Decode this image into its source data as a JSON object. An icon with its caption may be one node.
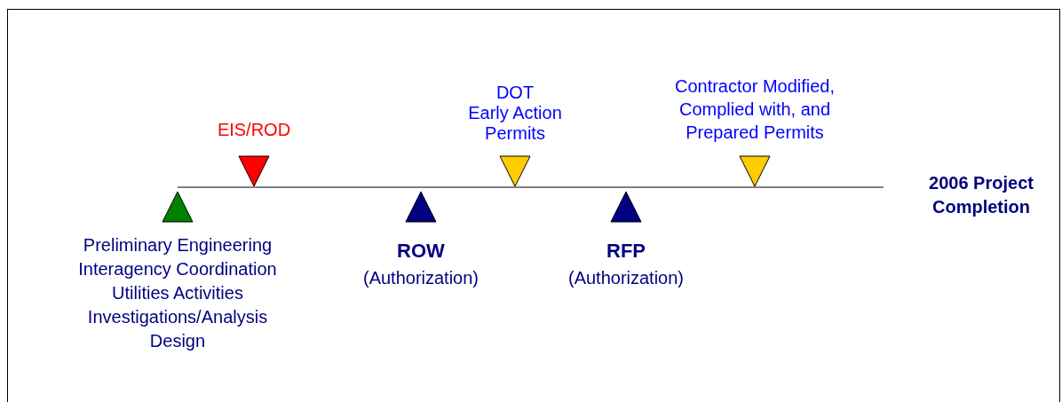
{
  "diagram": {
    "nodes": [
      {
        "text": [],
        "shape": "triangle",
        "beside": [
          "Preliminary Engineering",
          "Interagency Coordination",
          "Utilities Activities",
          "Investigations/Analysis",
          "Design"
        ]
      },
      {
        "text": [],
        "shape": "triangle",
        "beside": [
          "EIS/ROD"
        ]
      },
      {
        "text": [],
        "shape": "triangle",
        "beside": [
          "ROW",
          "(Authorization)"
        ]
      },
      {
        "text": [],
        "shape": "triangle",
        "beside": [
          "DOT",
          "Early Action",
          "Permits"
        ]
      },
      {
        "text": [],
        "shape": "triangle",
        "beside": [
          "RFP",
          "(Authorization)"
        ]
      },
      {
        "text": [],
        "shape": "triangle",
        "beside": [
          "Contractor Modified,",
          "Complied with, and",
          "Prepared Permits"
        ]
      }
    ],
    "labels": [
      "2006 Project Completion"
    ]
  }
}
